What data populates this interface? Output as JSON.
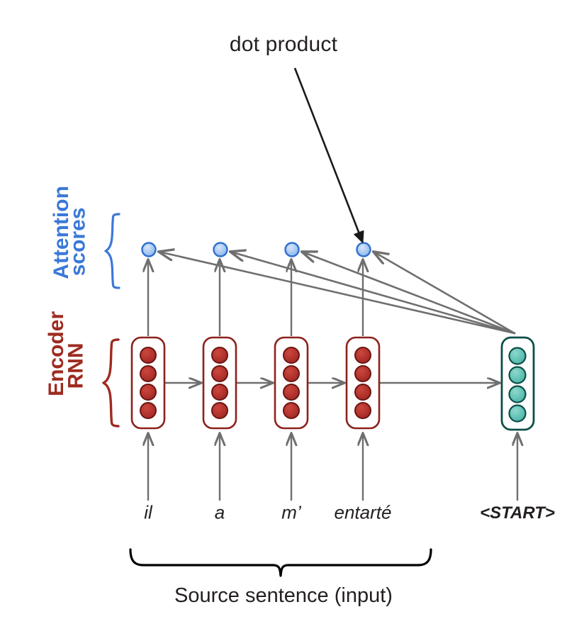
{
  "diagram": {
    "title_annotation": "dot product",
    "caption": "Source sentence (input)",
    "groups": [
      {
        "id": "attention",
        "label_line1": "Attention",
        "label_line2": "scores",
        "color": "#3b78d8"
      },
      {
        "id": "encoder",
        "label_line1": "Encoder",
        "label_line2": "RNN",
        "color": "#9e2b20"
      }
    ],
    "source_tokens": [
      "il",
      "a",
      "m’",
      "entarté"
    ],
    "decoder_token": "<START>",
    "attention_nodes": [
      {
        "index": 0,
        "label": "attention-score-1"
      },
      {
        "index": 1,
        "label": "attention-score-2"
      },
      {
        "index": 2,
        "label": "attention-score-3"
      },
      {
        "index": 3,
        "label": "attention-score-4"
      }
    ],
    "encoder_cells": [
      {
        "index": 0,
        "units": 4
      },
      {
        "index": 1,
        "units": 4
      },
      {
        "index": 2,
        "units": 4
      },
      {
        "index": 3,
        "units": 4
      }
    ],
    "decoder_cells": [
      {
        "index": 0,
        "units": 4
      }
    ],
    "colors": {
      "encoder_cell_fill": "#b5332e",
      "encoder_cell_stroke": "#6d1512",
      "encoder_box_stroke": "#8c231c",
      "decoder_cell_fill": "#63c3b6",
      "decoder_cell_stroke": "#0d4f47",
      "decoder_box_stroke": "#0d4f47",
      "attention_node_fill": "#a9c8ef",
      "attention_node_stroke": "#2f6fd0",
      "arrow_gray": "#6f6f6f",
      "arrow_black": "#1a1a1a",
      "attention_brace": "#3b78d8",
      "encoder_brace": "#9e2b20",
      "caption_brace": "#000000",
      "text": "#231f20",
      "background": "#ffffff"
    }
  }
}
